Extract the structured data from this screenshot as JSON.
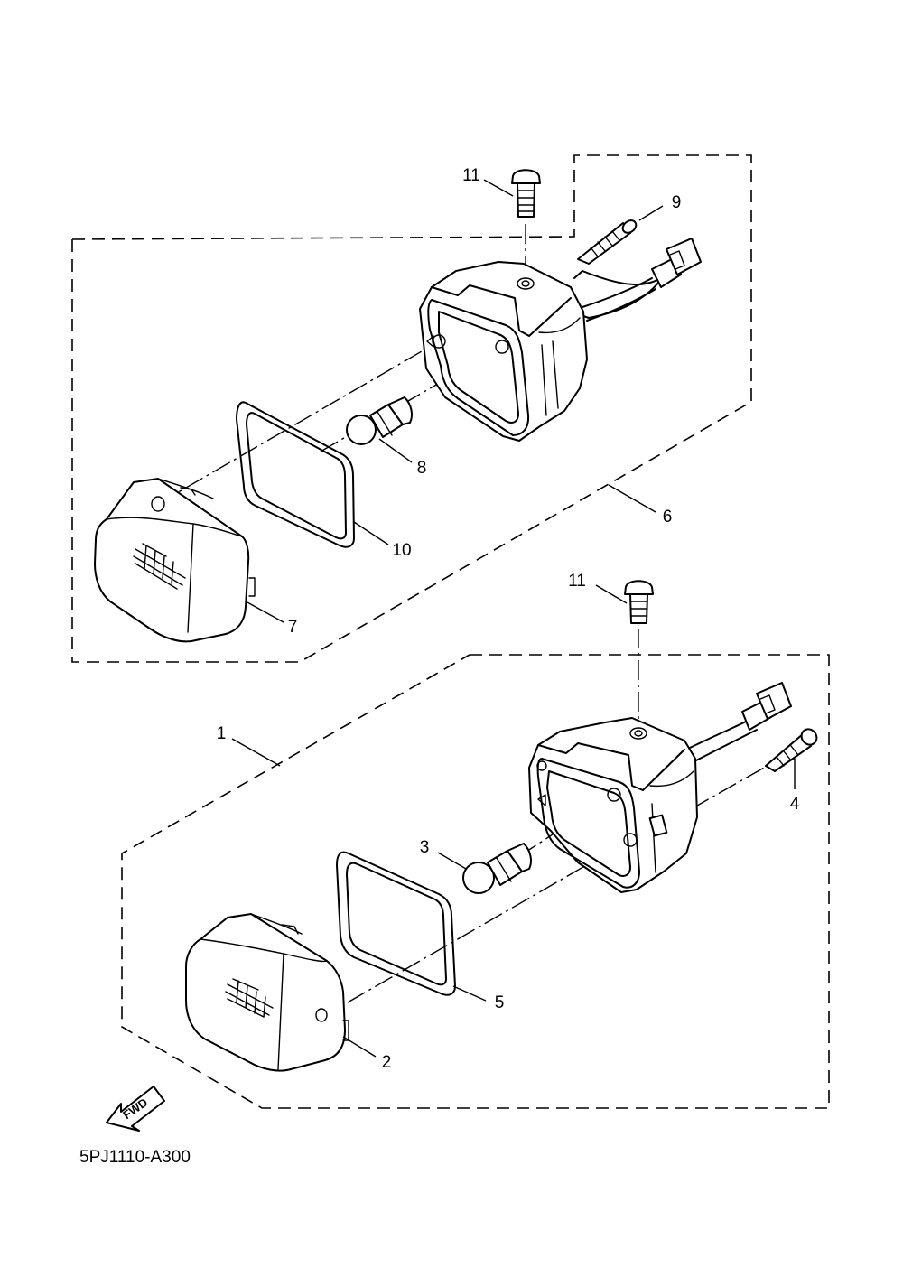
{
  "diagram": {
    "code": "5PJ1110-A300",
    "fwd_label": "FWD",
    "callouts": {
      "c1": "1",
      "c2": "2",
      "c3": "3",
      "c4": "4",
      "c5": "5",
      "c6": "6",
      "c7": "7",
      "c8": "8",
      "c9": "9",
      "c10": "10",
      "c11a": "11",
      "c11b": "11"
    }
  }
}
